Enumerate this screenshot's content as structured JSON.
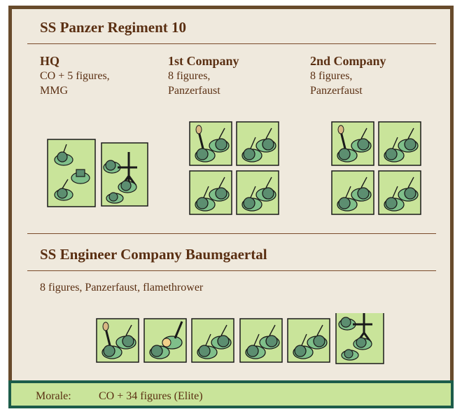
{
  "regiment": {
    "title": "SS Panzer Regiment 10",
    "units": [
      {
        "name": "HQ",
        "line1": "CO + 5 figures,",
        "line2": "MMG"
      },
      {
        "name": "1st Company",
        "line1": "8 figures,",
        "line2": "Panzerfaust"
      },
      {
        "name": "2nd Company",
        "line1": "8 figures,",
        "line2": "Panzerfaust"
      }
    ]
  },
  "engineer": {
    "title": "SS Engineer Company Baumgaertal",
    "desc": "8 figures, Panzerfaust, flamethrower"
  },
  "morale": {
    "label": "Morale:",
    "value": "CO + 34 figures (Elite)"
  },
  "colors": {
    "card_bg": "#efe9dd",
    "frame": "#684b2c",
    "title_text": "#5a2f12",
    "figure_box": "#c9e49a",
    "soldier": "#5c8e70",
    "morale_border": "#1d5c4a"
  },
  "icons": {
    "stand": "soldier-stand-icon",
    "panzerfaust": "panzerfaust-icon",
    "mmg": "machine-gun-icon",
    "flamethrower": "flamethrower-icon"
  }
}
